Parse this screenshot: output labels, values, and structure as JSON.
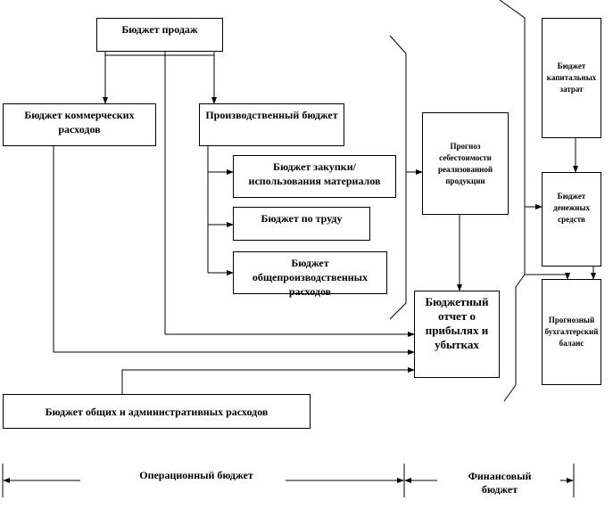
{
  "boxes": {
    "sales": "Бюджет продаж",
    "commercial": "Бюджет коммерческих расходов",
    "production": "Производственный бюджет",
    "materials": "Бюджет закупки/ использования материалов",
    "labor": "Бюджет по труду",
    "overhead": "Бюджет общепроизводственных расходов",
    "cost_forecast": "Прогноз себестоимости реализованной продукции",
    "profit_report": "Бюджетный отчет о прибылях и убытках",
    "admin": "Бюджет общих и административных расходов",
    "capex": "Бюджет капитальных затрат",
    "cash": "Бюджет денежных средств",
    "balance": "Прогнозный бухгалтерский баланс"
  },
  "legend": {
    "operating": "Операционный бюджет",
    "financial": "Финансовый бюджет"
  }
}
